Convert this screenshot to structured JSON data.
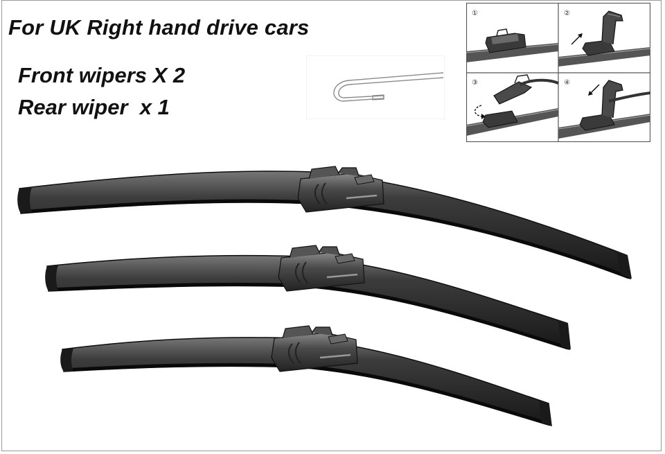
{
  "headline": "For UK Right hand drive cars",
  "front_wipers": "Front wipers X 2",
  "rear_wiper": "Rear wiper  x 1",
  "install_steps": [
    "①",
    "②",
    "③",
    "④"
  ],
  "colors": {
    "blade_body": "#2b2b2b",
    "blade_highlight": "#6d6d6d",
    "rubber_strip": "#111111",
    "panel_border": "#555555",
    "text": "#111111"
  },
  "icons": {
    "hook_diagram": "j-hook-arm-outline",
    "arrows": [
      "arrow-up-right-icon",
      "rotate-arrow-icon",
      "arrow-down-left-icon"
    ]
  }
}
